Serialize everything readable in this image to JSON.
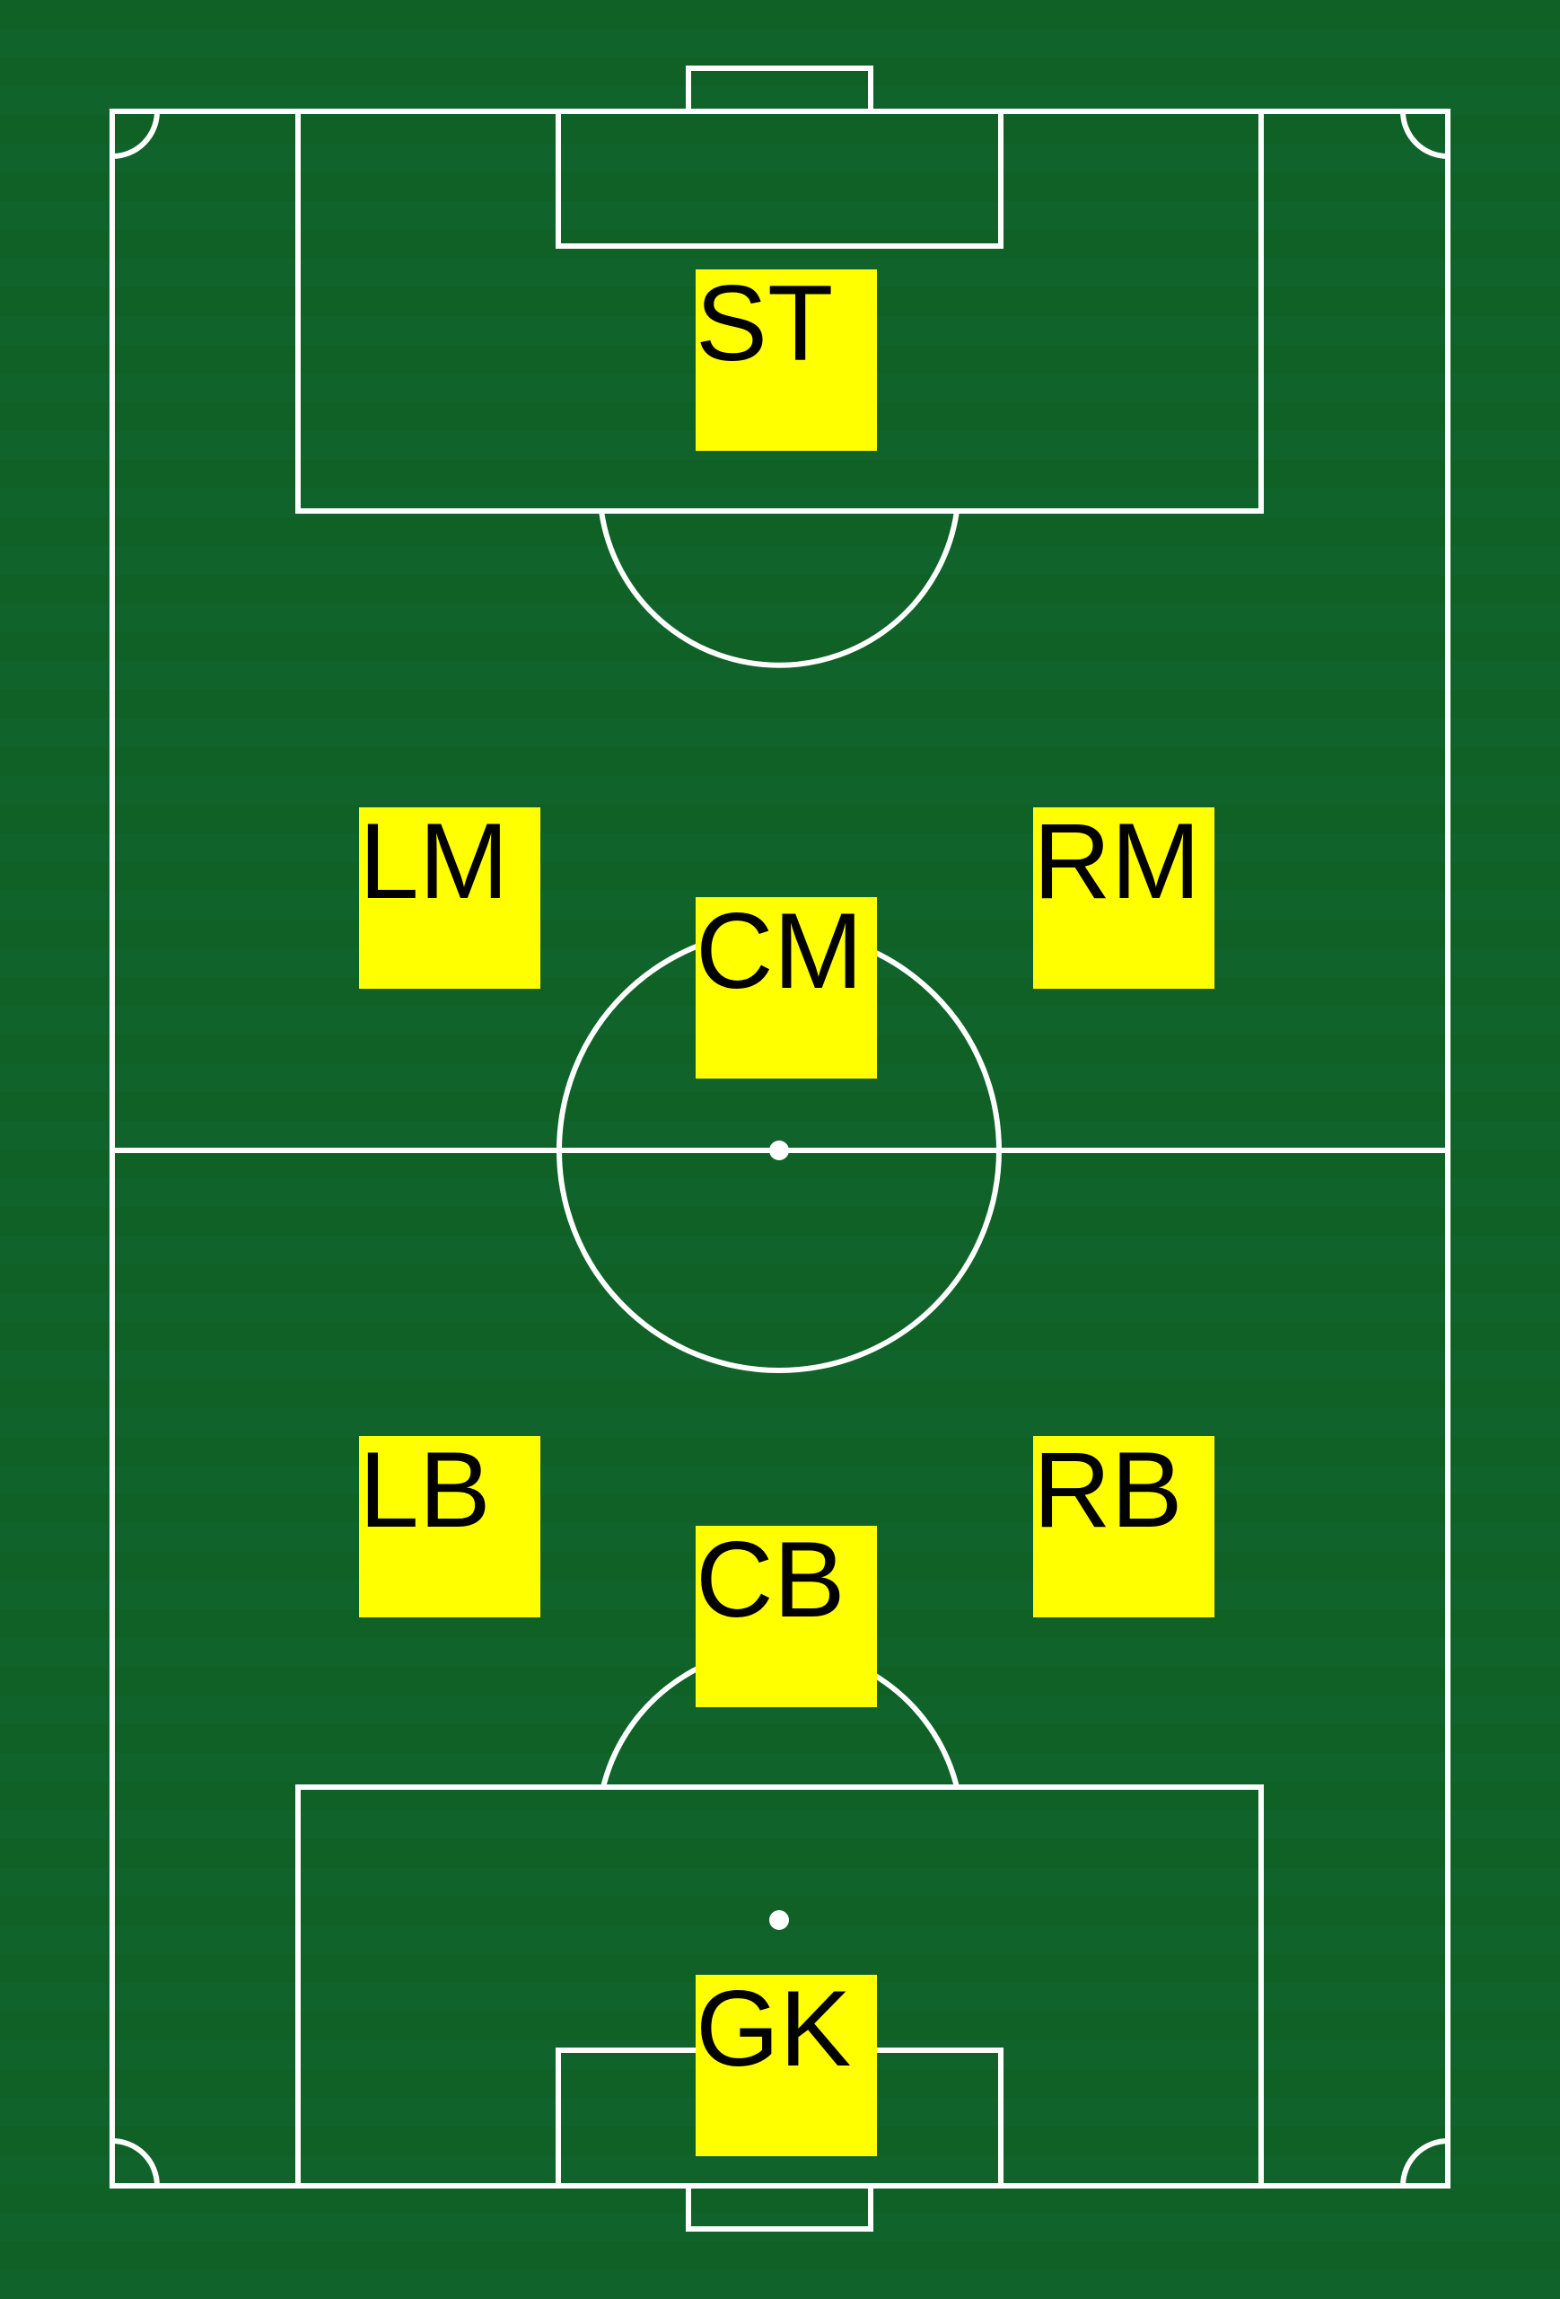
{
  "colors": {
    "pitch": "#0f6126",
    "lines": "#ffffff",
    "player_box": "#ffff00",
    "player_text": "#000000"
  },
  "players": [
    {
      "id": "st",
      "label": "ST"
    },
    {
      "id": "lm",
      "label": "LM"
    },
    {
      "id": "cm",
      "label": "CM"
    },
    {
      "id": "rm",
      "label": "RM"
    },
    {
      "id": "lb",
      "label": "LB"
    },
    {
      "id": "cb",
      "label": "CB"
    },
    {
      "id": "rb",
      "label": "RB"
    },
    {
      "id": "gk",
      "label": "GK"
    }
  ]
}
